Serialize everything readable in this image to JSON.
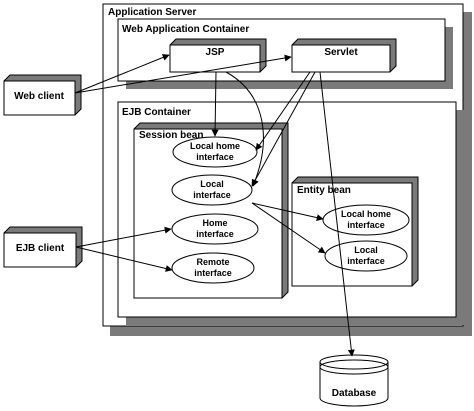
{
  "containers": {
    "app_server": "Application Server",
    "web_container": "Web Application Container",
    "ejb_container": "EJB Container",
    "session_bean": "Session bean",
    "entity_bean": "Entity bean"
  },
  "components": {
    "jsp": "JSP",
    "servlet": "Servlet",
    "web_client": "Web client",
    "ejb_client": "EJB client",
    "database": "Database"
  },
  "interfaces": {
    "session_local_home": [
      "Local home",
      "interface"
    ],
    "session_local": [
      "Local",
      "interface"
    ],
    "session_home": [
      "Home",
      "interface"
    ],
    "session_remote": [
      "Remote",
      "interface"
    ],
    "entity_local_home": [
      "Local home",
      "interface"
    ],
    "entity_local": [
      "Local",
      "interface"
    ]
  },
  "colors": {
    "shadow": "#7a7a7a",
    "box_fill": "#ffffff",
    "stroke": "#000000"
  }
}
